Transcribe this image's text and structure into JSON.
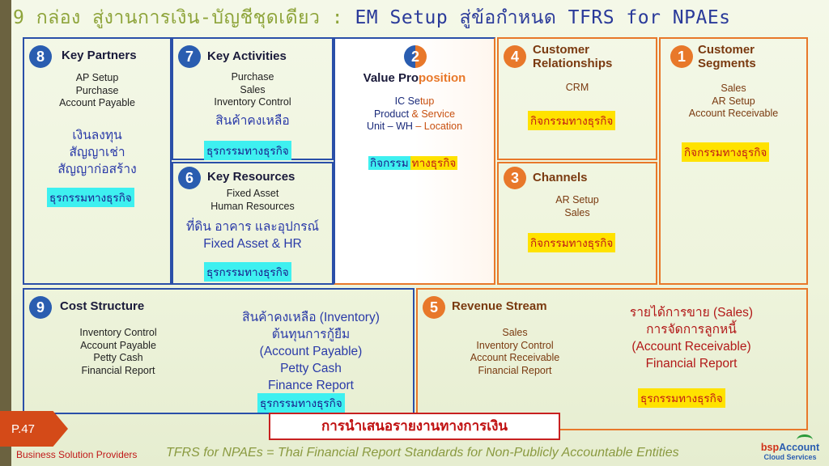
{
  "title": {
    "left": "9 กล่อง สู่งานการเงิน-บัญชีชุดเดียว : ",
    "right": "EM Setup สู่ข้อกำหนด TFRS for NPAEs"
  },
  "highlight_text": "ธุรกรรมทางธุรกิจ",
  "highlight_text_act": "กิจกรรมทางธุรกิจ",
  "vp_highlight_a": "กิจกรรม",
  "vp_highlight_b": "ทางธุรกิจ",
  "boxes": {
    "key_partners": {
      "num": "8",
      "title": "Key Partners",
      "items": [
        "AP Setup",
        "Purchase",
        "Account Payable"
      ],
      "thai": [
        "เงินลงทุน",
        "สัญญาเช่า",
        "สัญญาก่อสร้าง"
      ]
    },
    "key_activities": {
      "num": "7",
      "title": "Key Activities",
      "items": [
        "Purchase",
        "Sales",
        "Inventory Control"
      ],
      "thai": [
        "สินค้าคงเหลือ"
      ]
    },
    "key_resources": {
      "num": "6",
      "title": "Key Resources",
      "items": [
        "Fixed Asset",
        "Human Resources"
      ],
      "thai": [
        "ที่ดิน อาคาร และอุปกรณ์",
        "Fixed Asset & HR"
      ]
    },
    "value_proposition": {
      "num": "2",
      "title_a": "Value Pro",
      "title_b": "position",
      "line1_a": "IC Se",
      "line1_b": "tup",
      "line2_a": "Product ",
      "line2_b": "& Service",
      "line3_a": "Unit – WH ",
      "line3_b": "– Location"
    },
    "customer_relationships": {
      "num": "4",
      "title": [
        "Customer",
        "Relationships"
      ],
      "items": [
        "CRM"
      ]
    },
    "channels": {
      "num": "3",
      "title": "Channels",
      "items": [
        "AR Setup",
        "Sales"
      ]
    },
    "customer_segments": {
      "num": "1",
      "title": [
        "Customer",
        "Segments"
      ],
      "items": [
        "Sales",
        "AR Setup",
        "Account Receivable"
      ]
    },
    "cost_structure": {
      "num": "9",
      "title": "Cost Structure",
      "items": [
        "Inventory Control",
        "Account Payable",
        "Petty Cash",
        "Financial Report"
      ],
      "thai": [
        "สินค้าคงเหลือ (Inventory)",
        "ต้นทุนการกู้ยืม",
        "(Account Payable)",
        "Petty Cash",
        "Finance Report"
      ]
    },
    "revenue_stream": {
      "num": "5",
      "title": "Revenue Stream",
      "items": [
        "Sales",
        "Inventory Control",
        "Account Receivable",
        "Financial Report"
      ],
      "thai": [
        "รายได้การขาย (Sales)",
        "การจัดการลูกหนี้",
        "(Account Receivable)",
        "Financial Report"
      ]
    }
  },
  "page_label": "P.47",
  "report_label": "การนำเสนอรายงานทางการเงิน",
  "footer_left": "Business Solution Providers",
  "footer_main": "TFRS for NPAEs = Thai Financial Report Standards for Non-Publicly Accountable Entities",
  "logo": {
    "a": "bsp",
    "b": "Account",
    "sub": "Cloud Services"
  },
  "colors": {
    "blue": "#2a4fa8",
    "orange": "#e8782a",
    "cyan_highlight": "#3ef0f0",
    "yellow_highlight": "#ffe200"
  }
}
